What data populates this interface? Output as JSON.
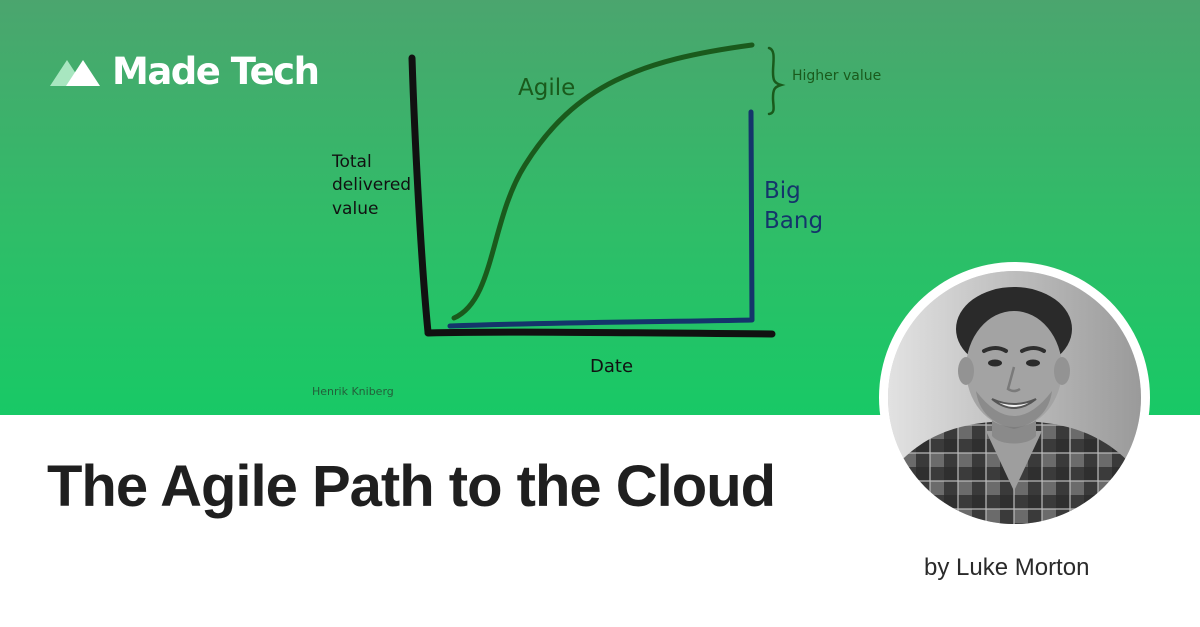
{
  "brand": {
    "name": "Made Tech"
  },
  "sketch": {
    "y_label_lines": [
      "Total",
      "delivered",
      "value"
    ],
    "x_label": "Date",
    "agile_label": "Agile",
    "bigbang_label_lines": [
      "Big",
      "Bang"
    ],
    "higher_value_label": "Higher value",
    "credit": "Henrik Kniberg"
  },
  "article": {
    "title": "The Agile Path to the Cloud",
    "byline": "by Luke Morton"
  },
  "colors": {
    "banner_top": "#4ba56e",
    "banner_bottom": "#18c966",
    "agile_line": "#1a5a1c",
    "bigbang_line": "#14356b",
    "axis": "#111111"
  }
}
